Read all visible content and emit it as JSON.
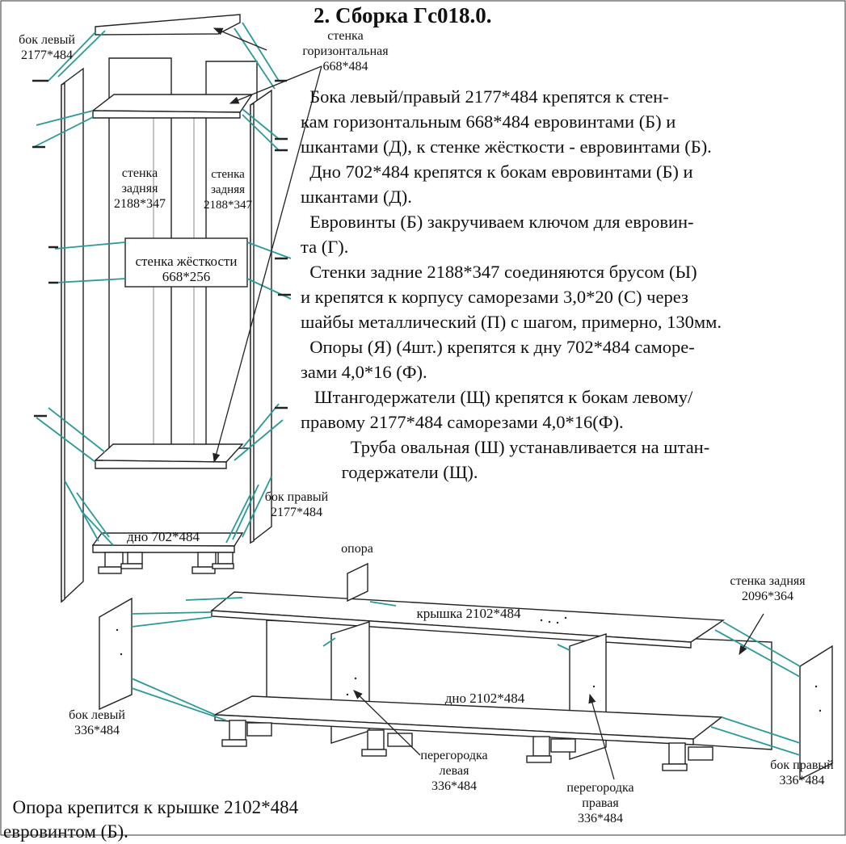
{
  "title": "2. Сборка Гс018.0.",
  "labels": {
    "left_side_1": "бок левый",
    "left_side_1_size": "2177*484",
    "horiz_wall_1": "стенка",
    "horiz_wall_2": "горизонтальная",
    "horiz_wall_size": "668*484",
    "back_left_1": "стенка",
    "back_left_2": "задняя",
    "back_left_size": "2188*347",
    "back_right_1": "стенка",
    "back_right_2": "задняя",
    "back_right_size": "2188*347",
    "stiff_1": "стенка жёсткости",
    "stiff_size": "668*256",
    "right_side_1": "бок правый",
    "right_side_1_size": "2177*484",
    "bottom_1": "дно 702*484",
    "support": "опора",
    "lid": "крышка 2102*484",
    "back_wall_2": "стенка задняя",
    "back_wall_2_size": "2096*364",
    "left_side_2": "бок левый",
    "left_side_2_size": "336*484",
    "bottom_2": "дно 2102*484",
    "part_left_1": "перегородка",
    "part_left_2": "левая",
    "part_left_size": "336*484",
    "part_right_1": "перегородка",
    "part_right_2": "правая",
    "part_right_size": "336*484",
    "right_side_2": "бок правый",
    "right_side_2_size": "336*484"
  },
  "instructions": [
    "  Бока левый/правый 2177*484 крепятся к стен-",
    "кам горизонтальным 668*484 евровинтами (Б) и",
    "шкантами (Д), к стенке жёсткости - евровинтами (Б).",
    "  Дно 702*484 крепятся к бокам евровинтами (Б) и",
    "шкантами (Д).",
    "  Евровинты (Б) закручиваем ключом для евровин-",
    "та (Г).",
    "  Стенки задние 2188*347 соединяются брусом (Ы)",
    "и крепятся к корпусу саморезами 3,0*20 (С) через",
    "шайбы металлический (П) с шагом, примерно, 130мм.",
    "  Опоры (Я) (4шт.) крепятся к дну 702*484 саморе-",
    "зами 4,0*16 (Ф).",
    "   Штангодержатели (Щ) крепятся к бокам левому/",
    "правому 2177*484 саморезами 4,0*16(Ф).",
    "           Труба овальная (Ш) устанавливается на штан-",
    "         годержатели (Щ)."
  ],
  "note": [
    "  Опора крепится к крышке 2102*484",
    "евровинтом (Б)."
  ],
  "colors": {
    "line": "#222222",
    "connector": "#2a9a98"
  }
}
